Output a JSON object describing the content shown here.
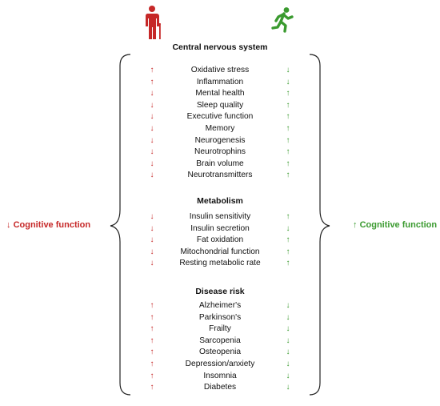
{
  "colors": {
    "aging": "#c62828",
    "active": "#3a9a2f",
    "text": "#111111"
  },
  "icons": {
    "left": "elderly-person-with-cane-icon",
    "right": "running-person-icon"
  },
  "left_label": {
    "arrow": "↓",
    "text": "Cognitive function"
  },
  "right_label": {
    "arrow": "↑",
    "text": "Cognitive function"
  },
  "sections": [
    {
      "title": "Central nervous system",
      "rows": [
        {
          "label": "Oxidative stress",
          "left": "↑",
          "right": "↓"
        },
        {
          "label": "Inflammation",
          "left": "↑",
          "right": "↓"
        },
        {
          "label": "Mental health",
          "left": "↓",
          "right": "↑"
        },
        {
          "label": "Sleep quality",
          "left": "↓",
          "right": "↑"
        },
        {
          "label": "Executive function",
          "left": "↓",
          "right": "↑"
        },
        {
          "label": "Memory",
          "left": "↓",
          "right": "↑"
        },
        {
          "label": "Neurogenesis",
          "left": "↓",
          "right": "↑"
        },
        {
          "label": "Neurotrophins",
          "left": "↓",
          "right": "↑"
        },
        {
          "label": "Brain volume",
          "left": "↓",
          "right": "↑"
        },
        {
          "label": "Neurotransmitters",
          "left": "↓",
          "right": "↑"
        }
      ]
    },
    {
      "title": "Metabolism",
      "rows": [
        {
          "label": "Insulin sensitivity",
          "left": "↓",
          "right": "↑"
        },
        {
          "label": "Insulin secretion",
          "left": "↓",
          "right": "↓"
        },
        {
          "label": "Fat oxidation",
          "left": "↓",
          "right": "↑"
        },
        {
          "label": "Mitochondrial function",
          "left": "↓",
          "right": "↑"
        },
        {
          "label": "Resting metabolic rate",
          "left": "↓",
          "right": "↑"
        }
      ]
    },
    {
      "title": "Disease risk",
      "rows": [
        {
          "label": "Alzheimer's",
          "left": "↑",
          "right": "↓"
        },
        {
          "label": "Parkinson's",
          "left": "↑",
          "right": "↓"
        },
        {
          "label": "Frailty",
          "left": "↑",
          "right": "↓"
        },
        {
          "label": "Sarcopenia",
          "left": "↑",
          "right": "↓"
        },
        {
          "label": "Osteopenia",
          "left": "↑",
          "right": "↓"
        },
        {
          "label": "Depression/anxiety",
          "left": "↑",
          "right": "↓"
        },
        {
          "label": "Insomnia",
          "left": "↑",
          "right": "↓"
        },
        {
          "label": "Diabetes",
          "left": "↑",
          "right": "↓"
        }
      ]
    }
  ]
}
